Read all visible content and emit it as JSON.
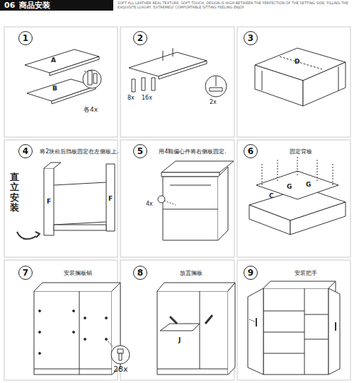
{
  "diagram": {
    "nodes": [
      {
        "text": [
          "06",
          "商品安装"
        ]
      },
      {
        "text": [
          "1"
        ]
      },
      {
        "text": [
          "2"
        ]
      },
      {
        "text": [
          "3"
        ]
      },
      {
        "text": [
          "4"
        ]
      },
      {
        "text": [
          "5"
        ]
      },
      {
        "text": [
          "6"
        ]
      },
      {
        "text": [
          "7"
        ]
      },
      {
        "text": [
          "8"
        ]
      },
      {
        "text": [
          "9"
        ]
      }
    ],
    "labels": [
      "SOFT ALL LEATHER REAL TEXTURE, SOFT TOUCH, DESIGN IS HIGH BETWEEN THE PERFECTION OF THE SETTING SIDE, FILLING THE EXQUISITE LUXURY, EXTREMELY COMFORTABLE SITTING FEELING ENJOY",
      "各4x",
      "A",
      "B",
      "8x",
      "16x",
      "2x",
      "D",
      "将2块前后挡板固定在左侧板上.",
      "直立安装",
      "F",
      "F",
      "用4颗偏心件将右侧板固定.",
      "4x",
      "固定背板",
      "C",
      "G",
      "G",
      "安装搁板销",
      "28x",
      "放置搁板",
      "J",
      "安装把手"
    ]
  }
}
